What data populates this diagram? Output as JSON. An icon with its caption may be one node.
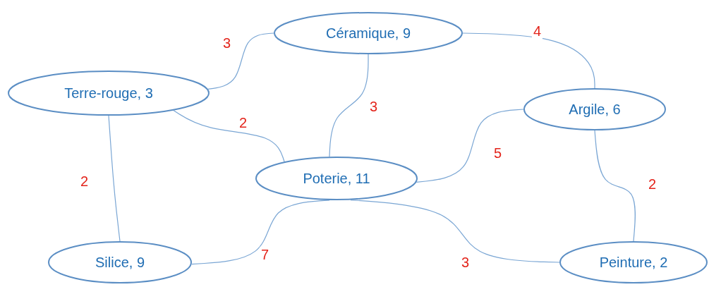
{
  "diagram": {
    "nodes": [
      {
        "text": [
          "Céramique, 9"
        ]
      },
      {
        "text": [
          "Terre-rouge, 3"
        ]
      },
      {
        "text": [
          "Argile, 6"
        ]
      },
      {
        "text": [
          "Poterie, 11"
        ]
      },
      {
        "text": [
          "Silice, 9"
        ]
      },
      {
        "text": [
          "Peinture, 2"
        ]
      }
    ],
    "edges": [
      {
        "from": 1,
        "to": 0,
        "arrow": "none",
        "label": "3"
      },
      {
        "from": 0,
        "to": 2,
        "arrow": "none",
        "label": "4"
      },
      {
        "from": 0,
        "to": 3,
        "arrow": "none",
        "label": "3"
      },
      {
        "from": 1,
        "to": 3,
        "arrow": "none",
        "label": "2"
      },
      {
        "from": 2,
        "to": 3,
        "arrow": "none",
        "label": "5"
      },
      {
        "from": 1,
        "to": 4,
        "arrow": "none",
        "label": "2"
      },
      {
        "from": 2,
        "to": 5,
        "arrow": "none",
        "label": "2"
      },
      {
        "from": 3,
        "to": 4,
        "arrow": "none",
        "label": "7"
      },
      {
        "from": 3,
        "to": 5,
        "arrow": "none",
        "label": "3"
      }
    ]
  }
}
